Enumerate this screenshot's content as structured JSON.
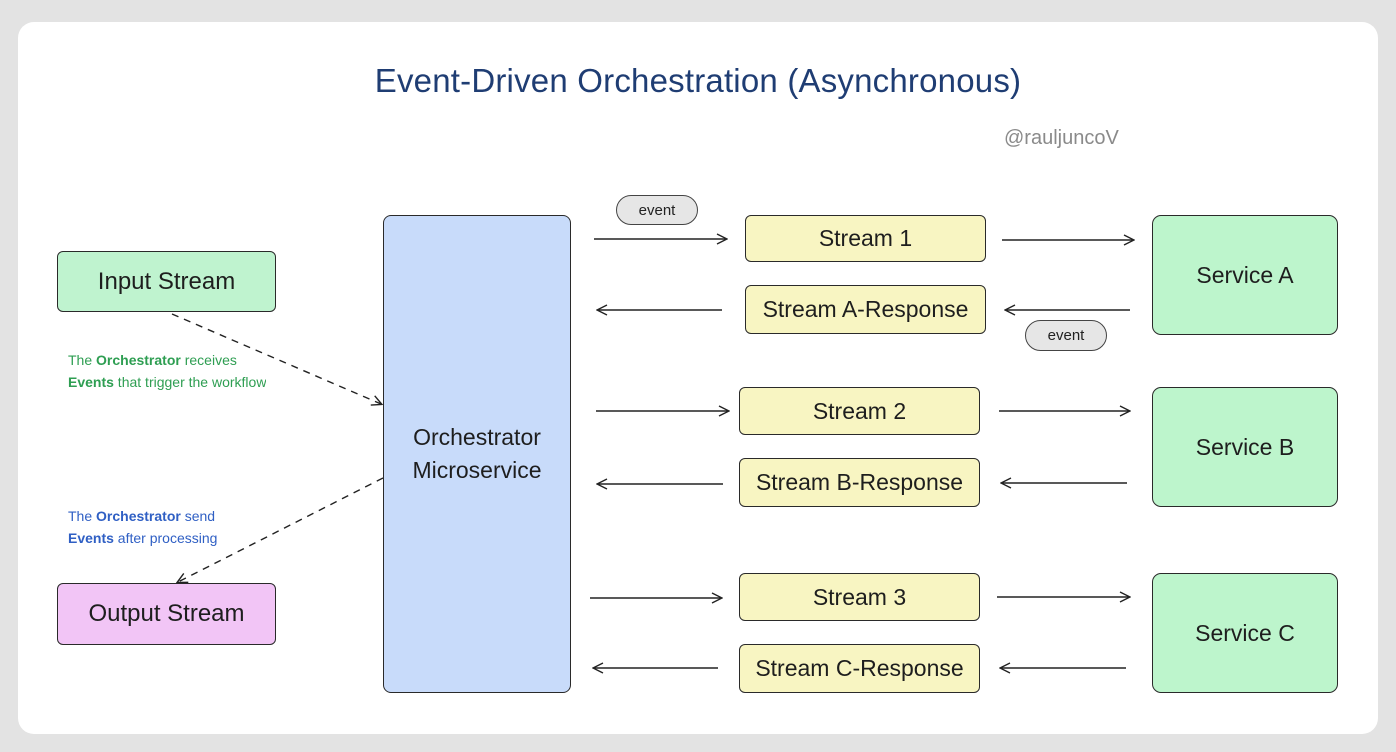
{
  "title": "Event-Driven Orchestration (Asynchronous)",
  "handle": "@rauljuncoV",
  "input_stream": "Input Stream",
  "output_stream": "Output Stream",
  "orchestrator": {
    "line1": "Orchestrator",
    "line2": "Microservice"
  },
  "note_receive": {
    "w1": "The ",
    "w2": "Orchestrator",
    "w3": " receives",
    "w4": "Events",
    "w5": " that trigger the workflow"
  },
  "note_send": {
    "w1": "The ",
    "w2": "Orchestrator",
    "w3": " send",
    "w4": "Events",
    "w5": " after processing"
  },
  "event_label": "event",
  "streams": {
    "s1": "Stream 1",
    "s1r": "Stream A-Response",
    "s2": "Stream 2",
    "s2r": "Stream B-Response",
    "s3": "Stream 3",
    "s3r": "Stream C-Response"
  },
  "services": {
    "a": "Service A",
    "b": "Service B",
    "c": "Service C"
  },
  "colors": {
    "title": "#1f3d73",
    "orchestrator": "#c8dbfa",
    "stream": "#f8f5c2",
    "service": "#bdf5cc",
    "input": "#bff3cf",
    "output": "#f2c5f6",
    "note_green": "#2e9e52",
    "note_blue": "#2f5fc4"
  }
}
